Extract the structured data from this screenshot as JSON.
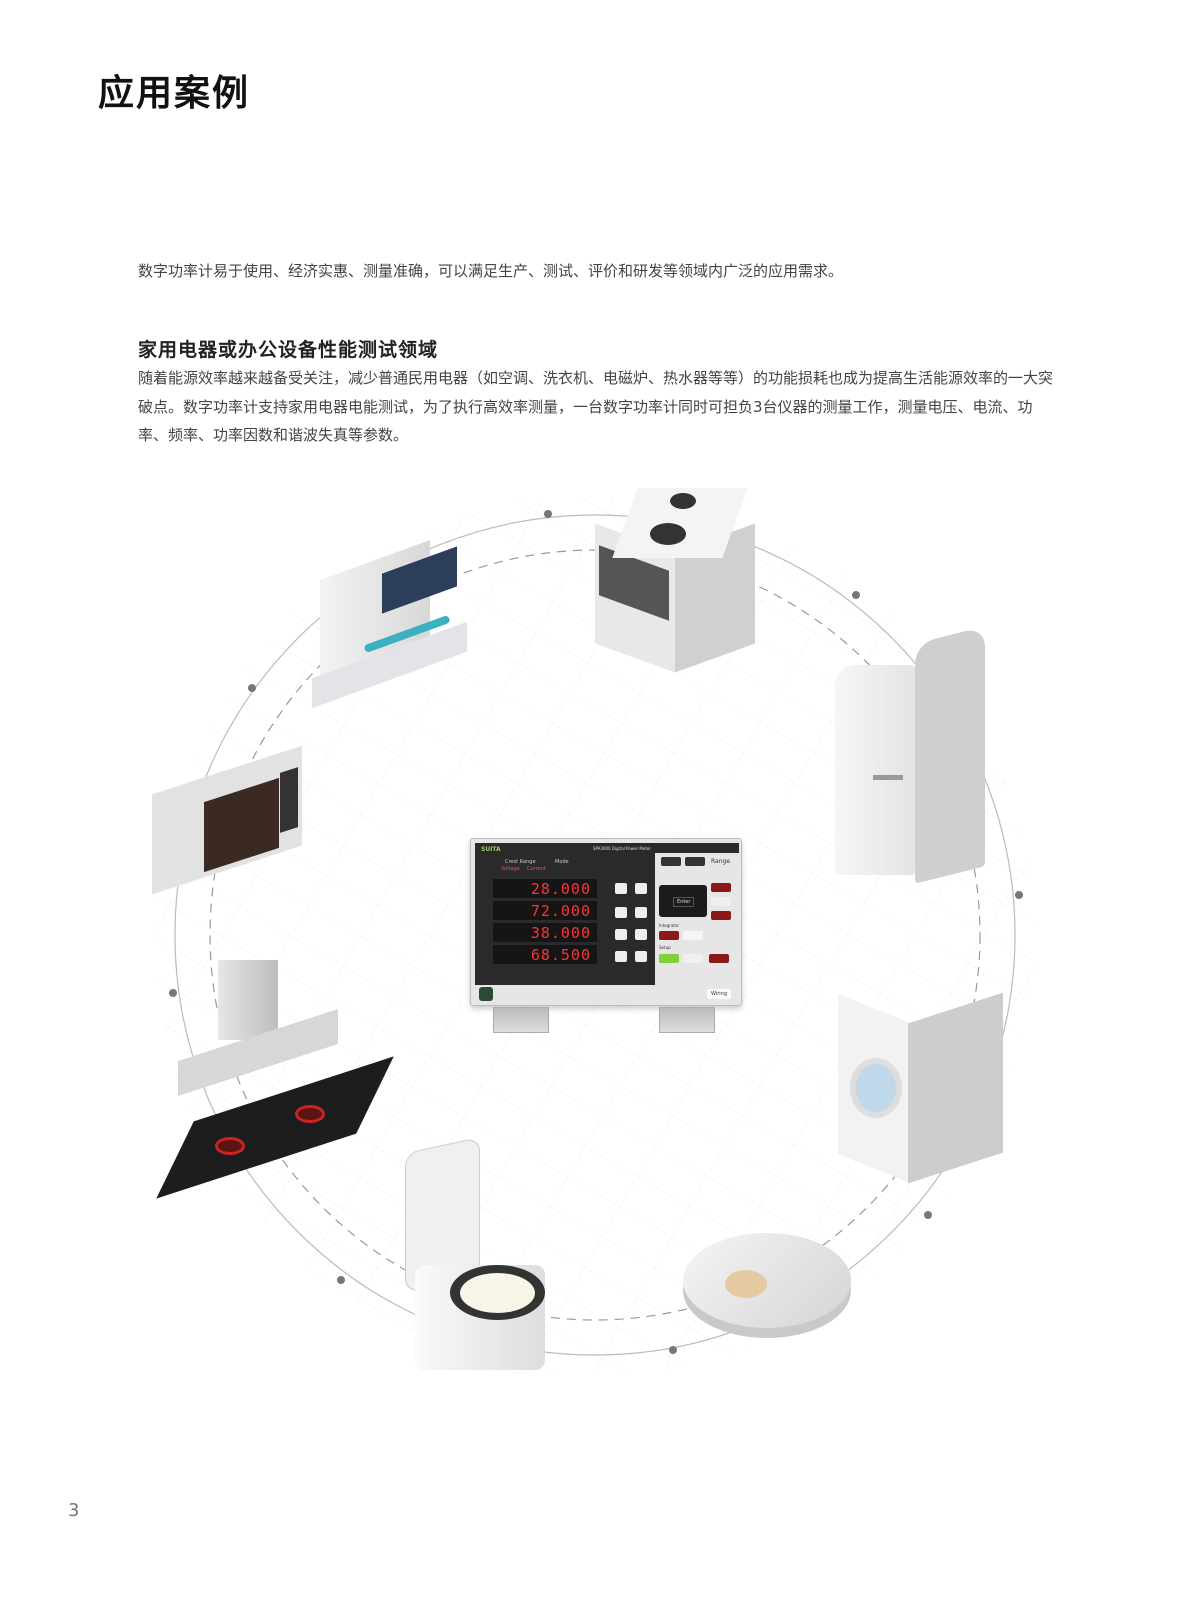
{
  "page": {
    "title": "应用案例",
    "intro": "数字功率计易于使用、经济实惠、测量准确，可以满足生产、测试、评价和研发等领域内广泛的应用需求。",
    "section_heading": "家用电器或办公设备性能测试领域",
    "section_body": "随着能源效率越来越备受关注，减少普通民用电器（如空调、洗衣机、电磁炉、热水器等等）的功能损耗也成为提高生活能源效率的一大突破点。数字功率计支持家用电器电能测试，为了执行高效率测量，一台数字功率计同时可担负3台仪器的测量工作，测量电压、电流、功率、频率、功率因数和谐波失真等参数。",
    "page_number": "3"
  },
  "meter": {
    "brand": "SUITA",
    "model": "SPA3000 Digital Power Meter",
    "readings": [
      "28.000",
      "72.000",
      "38.000",
      "68.500"
    ],
    "range_label": "Range",
    "enter_label": "Enter",
    "wiring_label": "Wiring",
    "crest_label": "Crest Range",
    "mode_label": "Mode",
    "integrator_label": "Integrator",
    "setup_label": "Setup",
    "voltage_label": "Voltage",
    "current_label": "Current"
  },
  "appliances": [
    "coffee-machine",
    "electric-stove",
    "refrigerator",
    "microwave",
    "range-hood",
    "induction-cooktop",
    "washing-machine",
    "rice-cooker",
    "robot-vacuum"
  ]
}
